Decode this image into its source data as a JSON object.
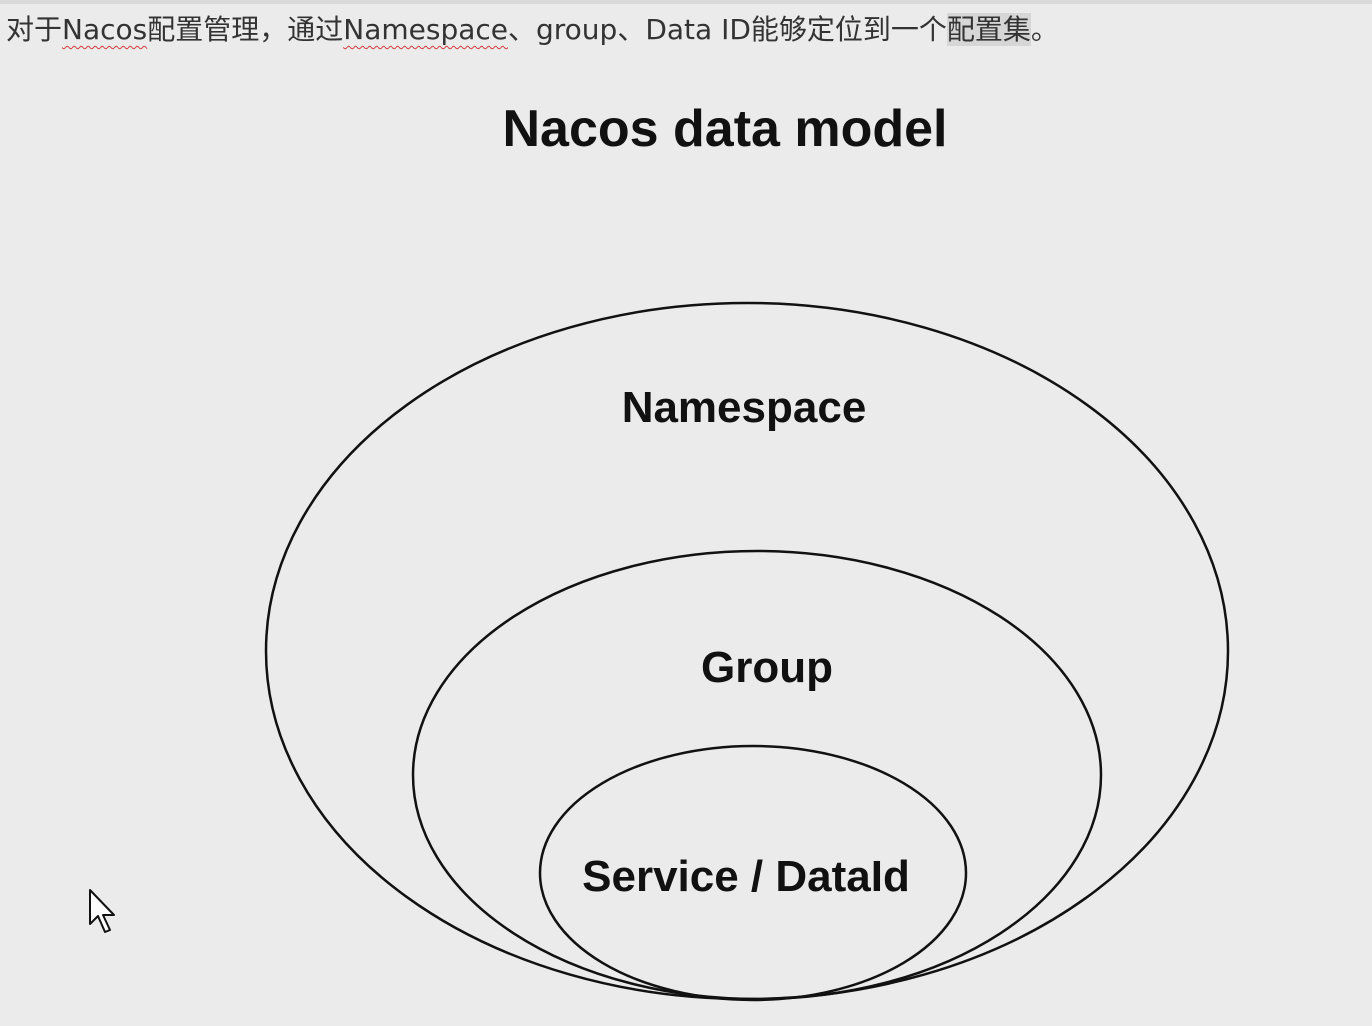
{
  "intro": {
    "part1": "对于",
    "nacos": "Nacos",
    "part2": "配置管理，通过",
    "namespace": "Namespace",
    "part3": "、group、Data ID能够定位到一个",
    "highlight": "配置集",
    "part4": "。"
  },
  "diagram": {
    "title": "Nacos data model",
    "levels": [
      {
        "label": "Namespace"
      },
      {
        "label": "Group"
      },
      {
        "label": "Service / DataId"
      }
    ]
  },
  "icons": {
    "cursor": "mouse-pointer-icon"
  },
  "colors": {
    "background": "#ebebeb",
    "stroke": "#111111",
    "spellcheck": "#d23a3a"
  }
}
